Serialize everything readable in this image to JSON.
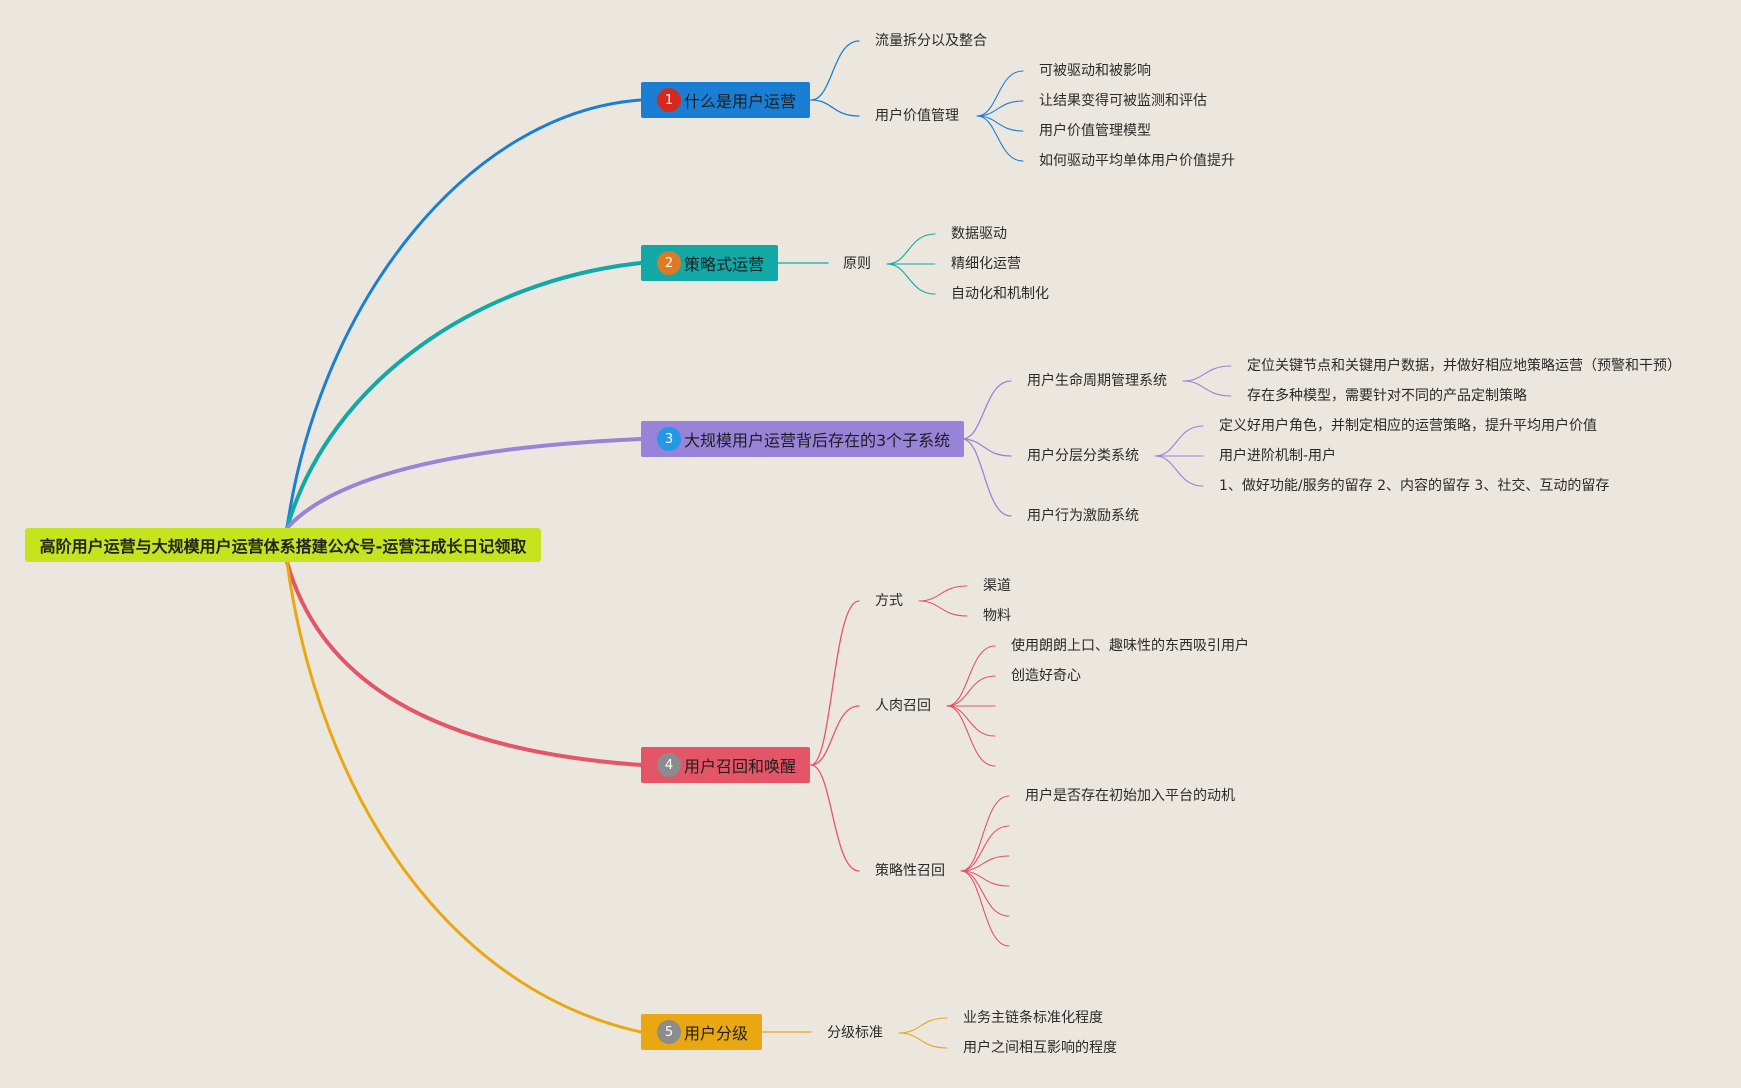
{
  "root": {
    "title": "高阶用户运营与大规模用户运营体系搭建公众号-运营汪成长日记领取"
  },
  "branches": [
    {
      "num": "1",
      "title": "什么是用户运营",
      "color": "#1a7fd4",
      "badge_color": "#d6281e",
      "line_color": "#1a7fd4",
      "children": [
        {
          "text": "流量拆分以及整合"
        },
        {
          "text": "用户价值管理",
          "children": [
            "可被驱动和被影响",
            "让结果变得可被监测和评估",
            "用户价值管理模型",
            "如何驱动平均单体用户价值提升"
          ]
        }
      ]
    },
    {
      "num": "2",
      "title": "策略式运营",
      "color": "#12a8a5",
      "badge_color": "#e07a22",
      "line_color": "#12a8a5",
      "children": [
        {
          "text": "原则",
          "children": [
            "数据驱动",
            "精细化运营",
            "自动化和机制化"
          ]
        }
      ]
    },
    {
      "num": "3",
      "title": "大规模用户运营背后存在的3个子系统",
      "color": "#9783d8",
      "badge_color": "#2497e6",
      "line_color": "#9783d8",
      "children": [
        {
          "text": "用户生命周期管理系统",
          "children": [
            "定位关键节点和关键用户数据，并做好相应地策略运营（预警和干预）",
            "存在多种模型，需要针对不同的产品定制策略"
          ]
        },
        {
          "text": "用户分层分类系统",
          "children": [
            "定义好用户角色，并制定相应的运营策略，提升平均用户价值",
            "用户进阶机制-用户",
            "1、做好功能/服务的留存  2、内容的留存    3、社交、互动的留存"
          ]
        },
        {
          "text": "用户行为激励系统"
        }
      ]
    },
    {
      "num": "4",
      "title": "用户召回和唤醒",
      "color": "#e45567",
      "badge_color": "#8c8c8c",
      "line_color": "#e45567",
      "children": [
        {
          "text": "方式",
          "children": [
            "渠道",
            "物料"
          ]
        },
        {
          "text": "人肉召回",
          "children": [
            "使用朗朗上口、趣味性的东西吸引用户",
            "创造好奇心",
            "",
            "",
            ""
          ]
        },
        {
          "text": "策略性召回",
          "children": [
            "用户是否存在初始加入平台的动机",
            "",
            "",
            "",
            "",
            ""
          ]
        }
      ]
    },
    {
      "num": "5",
      "title": "用户分级",
      "color": "#e9a812",
      "badge_color": "#8c8c8c",
      "line_color": "#e9a812",
      "children": [
        {
          "text": "分级标准",
          "children": [
            "业务主链条标准化程度",
            "用户之间相互影响的程度"
          ]
        }
      ]
    }
  ]
}
